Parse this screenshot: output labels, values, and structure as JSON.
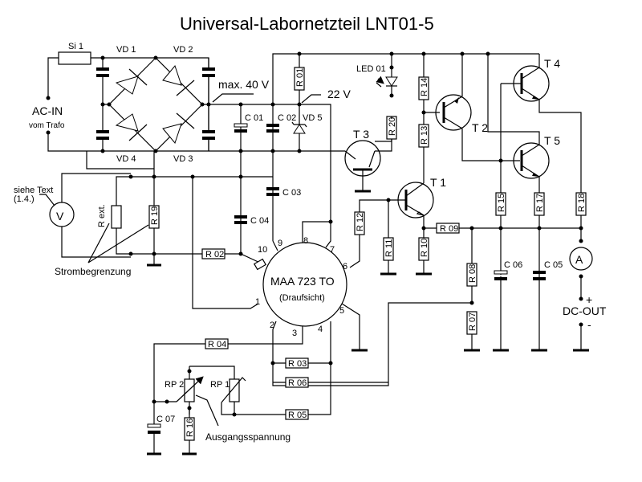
{
  "title": "Universal-Labornetzteil  LNT01-5",
  "input": {
    "fuse": "Si 1",
    "label": "AC-IN",
    "sublabel": "vom Trafo"
  },
  "bridge": {
    "diodes": [
      "VD 1",
      "VD 2",
      "VD 3",
      "VD 4"
    ],
    "voltage": "max. 40 V"
  },
  "zener": {
    "voltage": "22 V",
    "name": "VD 5"
  },
  "capacitors": {
    "c01": "C 01",
    "c02": "C 02",
    "c03": "C 03",
    "c04": "C 04",
    "c05": "C 05",
    "c06": "C 06",
    "c07": "C 07"
  },
  "resistors": {
    "r01": "R 01",
    "r02": "R 02",
    "r03": "R 03",
    "r04": "R 04",
    "r05": "R 05",
    "r06": "R 06",
    "r07": "R 07",
    "r08": "R 08",
    "r09": "R 09",
    "r10": "R 10",
    "r11": "R 11",
    "r12": "R 12",
    "r13": "R 13",
    "r14": "R 14",
    "r15": "R 15",
    "r16": "R 16",
    "r17": "R 17",
    "r18": "R 18",
    "r19": "R 19",
    "r20": "R 20",
    "rext": "R ext."
  },
  "transistors": {
    "t1": "T 1",
    "t2": "T 2",
    "t3": "T 3",
    "t4": "T 4",
    "t5": "T 5"
  },
  "led": "LED 01",
  "ic": {
    "name": "MAA 723 TO",
    "sub": "(Draufsicht)",
    "pins": [
      "1",
      "2",
      "3",
      "4",
      "5",
      "6",
      "7",
      "8",
      "9",
      "10"
    ]
  },
  "voltmeter": {
    "symbol": "V",
    "note_line1": "siehe Text",
    "note_line2": "(1.4.)"
  },
  "ammeter": {
    "symbol": "A"
  },
  "current_limit_label": "Strombegrenzung",
  "pots": {
    "rp1": "RP 1",
    "rp2": "RP 2",
    "label": "Ausgangsspannung"
  },
  "output": {
    "label": "DC-OUT",
    "plus": "+",
    "minus": "-"
  }
}
